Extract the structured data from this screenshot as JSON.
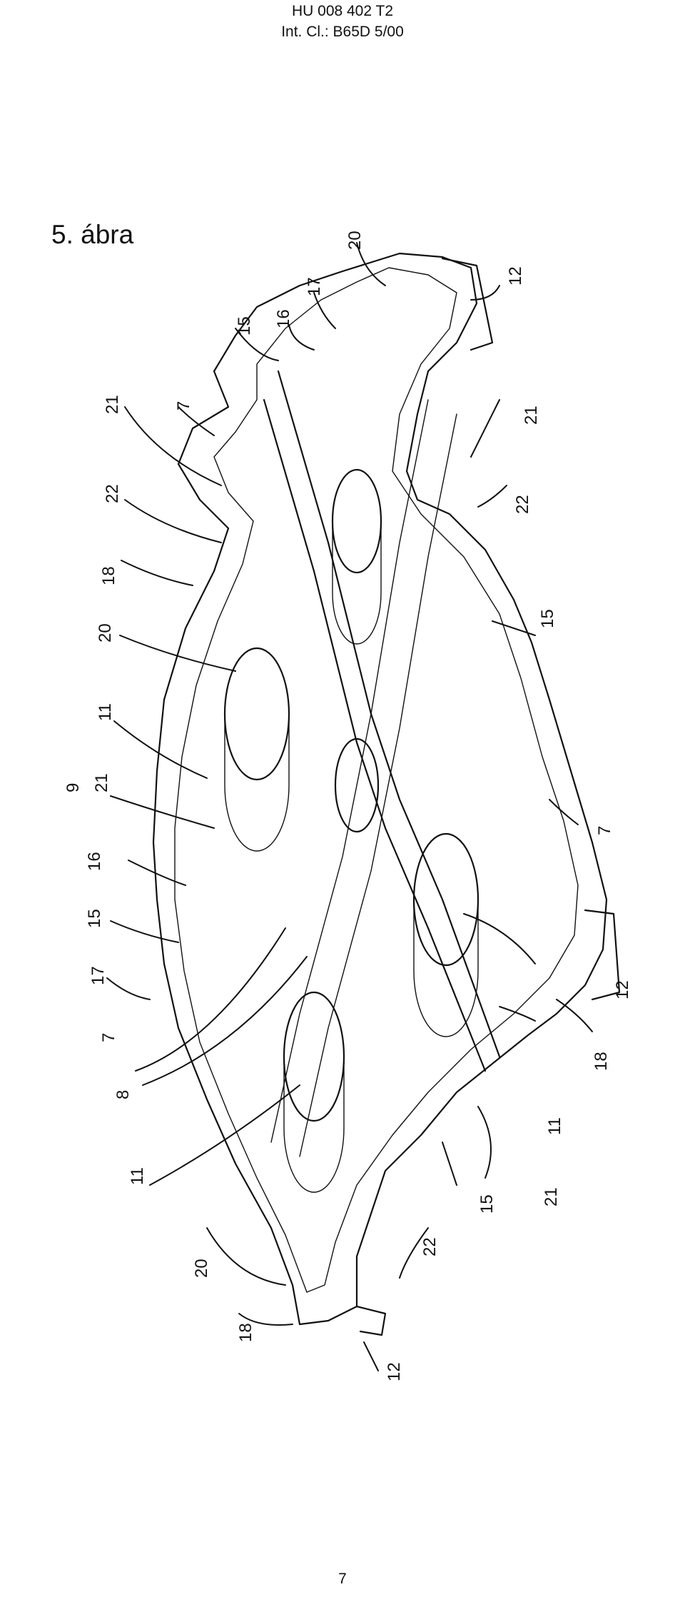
{
  "header": {
    "doc_number": "HU 008 402 T2",
    "classification": "Int. Cl.: B65D 5/00"
  },
  "figure": {
    "title": "5. ábra",
    "labels": [
      "20",
      "12",
      "17",
      "16",
      "15",
      "7",
      "21",
      "21",
      "22",
      "22",
      "18",
      "15",
      "20",
      "11",
      "21",
      "9",
      "7",
      "16",
      "15",
      "17",
      "12",
      "7",
      "8",
      "18",
      "11",
      "11",
      "21",
      "15",
      "22",
      "20",
      "18",
      "12"
    ]
  },
  "footer": {
    "page_number": "7"
  }
}
